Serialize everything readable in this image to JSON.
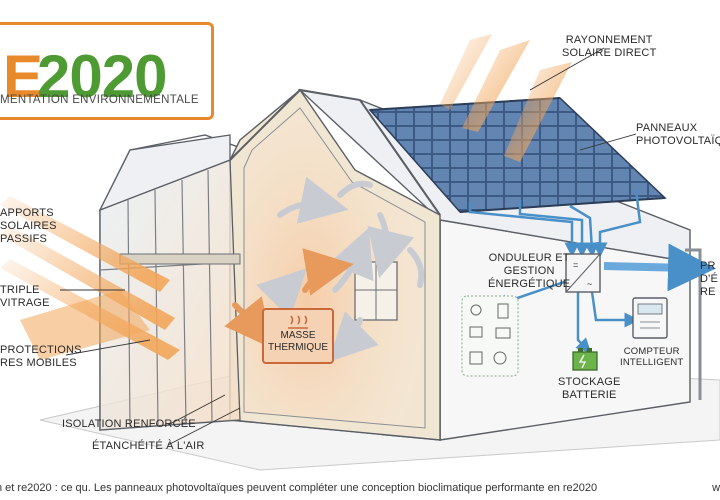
{
  "logo": {
    "brand_letter": "E",
    "year": "2020",
    "subtitle": "MENTATION ENVIRONNEMENTALE",
    "colors": {
      "orange": "#e8892b",
      "green": "#4e9a33"
    }
  },
  "labels": {
    "rayonnement": [
      "RAYONNEMENT",
      "SOLAIRE DIRECT"
    ],
    "panneaux": [
      "PANNEAUX",
      "PHOTOVOLTAÏQ"
    ],
    "apports": [
      "APPORTS",
      "SOLAIRES",
      "PASSIFS"
    ],
    "triple": [
      "TRIPLE",
      "VITRAGE"
    ],
    "protections": [
      "PROTECTIONS",
      "RES MOBILES"
    ],
    "onduleur": [
      "ONDULEUR ET",
      "GESTION",
      "ÉNERGÉTIQUE"
    ],
    "reseau": [
      "PR",
      "D'É",
      "RE"
    ],
    "masse": [
      "MASSE",
      "THERMIQUE"
    ],
    "compteur": [
      "COMPTEUR",
      "INTELLIGENT"
    ],
    "stockage": [
      "STOCKAGE",
      "BATTERIE"
    ],
    "isolation": "ISOLATION RENFORCÉE",
    "etancheite": "ÉTANCHÉITÉ À L'AIR"
  },
  "caption": "n et re2020 : ce qu. Les panneaux photovoltaïques peuvent compléter une conception bioclimatique performante en re2020",
  "corner_text": "ww",
  "icons": [
    "sun-arrow-icon",
    "solar-panel-icon",
    "inverter-icon",
    "battery-icon",
    "smart-meter-icon",
    "lightbulb-icon",
    "fridge-icon",
    "radiator-icon",
    "fan-icon",
    "heat-icon",
    "window-icon"
  ],
  "colors": {
    "sun": "#f2a65a",
    "energy_flow": "#4a90c8",
    "wall_insulation": "#e9dcbf",
    "roof": "#eef0f3",
    "line": "#5a5f66",
    "glass": "#dce7ee",
    "warm": "#f4c29a",
    "cool_arrow": "#c8ccd2"
  }
}
